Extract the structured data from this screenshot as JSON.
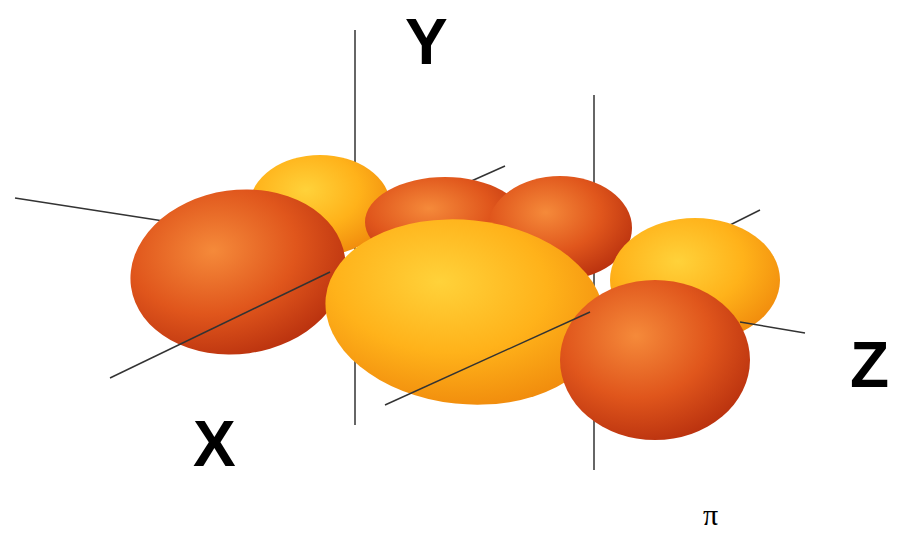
{
  "diagram": {
    "labels": [
      "Y",
      "X",
      "Z",
      "π"
    ]
  }
}
